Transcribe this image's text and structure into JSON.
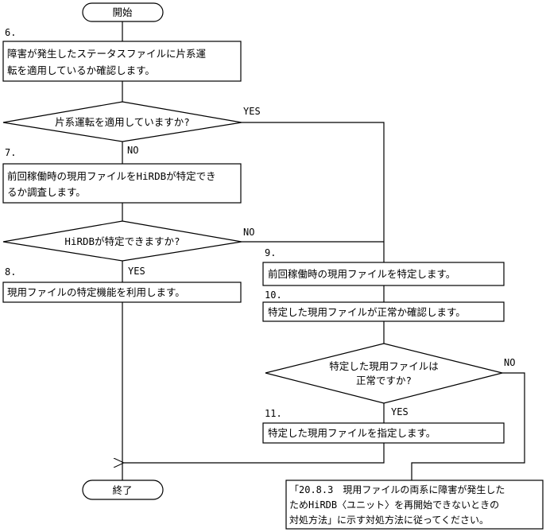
{
  "start_label": "開始",
  "end_label": "終了",
  "steps": {
    "s6": {
      "num": "6.",
      "line1": "障害が発生したステータスファイルに片系運",
      "line2": "転を適用しているか確認します。"
    },
    "s7": {
      "num": "7.",
      "line1": "前回稼働時の現用ファイルをHiRDBが特定でき",
      "line2": "るか調査します。"
    },
    "s8": {
      "num": "8.",
      "line1": "現用ファイルの特定機能を利用します。"
    },
    "s9": {
      "num": "9.",
      "line1": "前回稼働時の現用ファイルを特定します。"
    },
    "s10": {
      "num": "10.",
      "line1": "特定した現用ファイルが正常か確認します。"
    },
    "s11": {
      "num": "11.",
      "line1": "特定した現用ファイルを指定します。"
    }
  },
  "decisions": {
    "d1": {
      "text": "片系運転を適用していますか?",
      "yes": "YES",
      "no": "NO"
    },
    "d2": {
      "text": "HiRDBが特定できますか?",
      "yes": "YES",
      "no": "NO"
    },
    "d3": {
      "line1": "特定した現用ファイルは",
      "line2": "正常ですか?",
      "yes": "YES",
      "no": "NO"
    }
  },
  "note": {
    "line1": "「20.8.3　現用ファイルの両系に障害が発生した",
    "line2": "ためHiRDB〈ユニット〉を再開始できないときの",
    "line3": "対処方法」に示す対処方法に従ってください。"
  }
}
